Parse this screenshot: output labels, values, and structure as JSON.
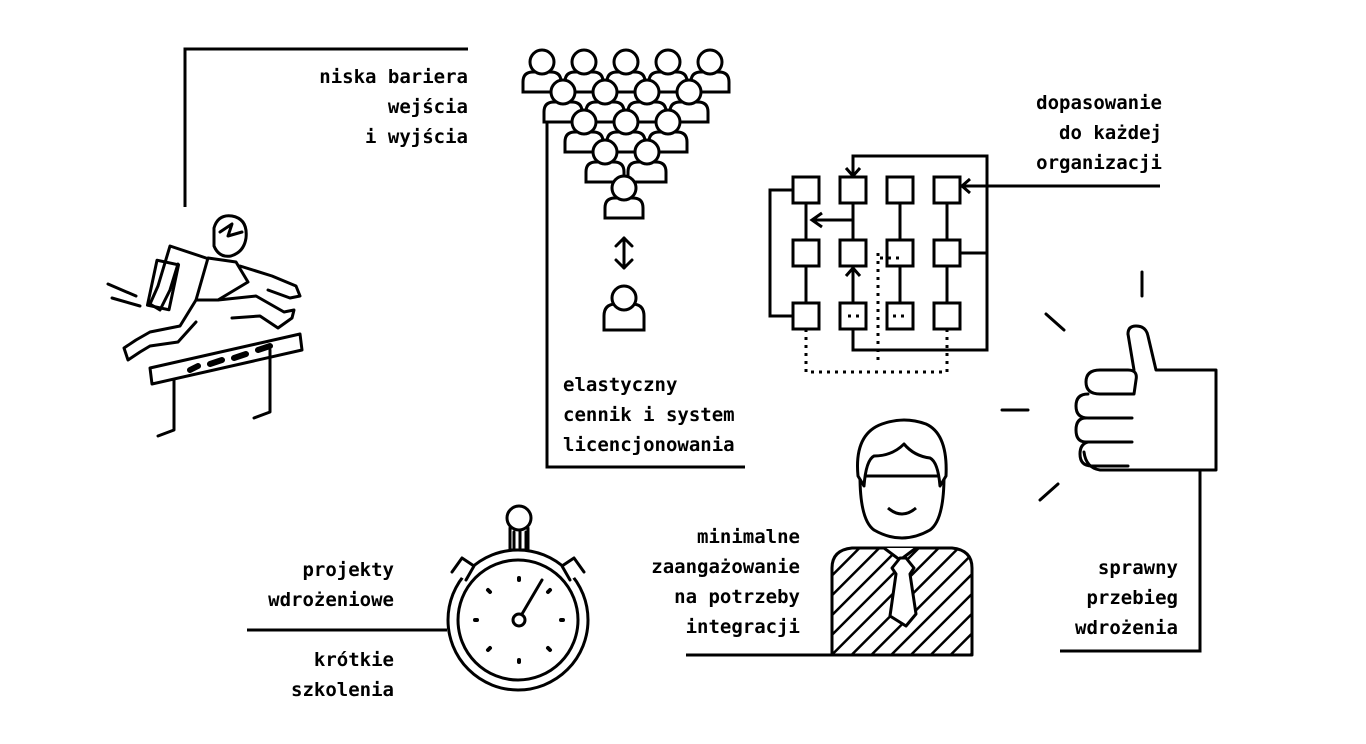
{
  "colors": {
    "ink": "#000000",
    "background": "#ffffff"
  },
  "icons": [
    "hurdler-icon",
    "crowd-icon",
    "person-icon",
    "double-arrow-icon",
    "flowchart-icon",
    "thumbs-up-icon",
    "businessman-icon",
    "stopwatch-icon"
  ],
  "labels": {
    "entry_barrier": [
      "niska bariera",
      "wejścia",
      "i wyjścia"
    ],
    "pricing": [
      "elastyczny",
      "cennik i system",
      "licencjonowania"
    ],
    "fit": [
      "dopasowanie",
      "do każdej",
      "organizacji"
    ],
    "projects": [
      "projekty",
      "wdrożeniowe"
    ],
    "trainings": [
      "krótkie",
      "szkolenia"
    ],
    "engagement": [
      "minimalne",
      "zaangażowanie",
      "na potrzeby",
      "integracji"
    ],
    "rollout": [
      "sprawny",
      "przebieg",
      "wdrożenia"
    ]
  }
}
